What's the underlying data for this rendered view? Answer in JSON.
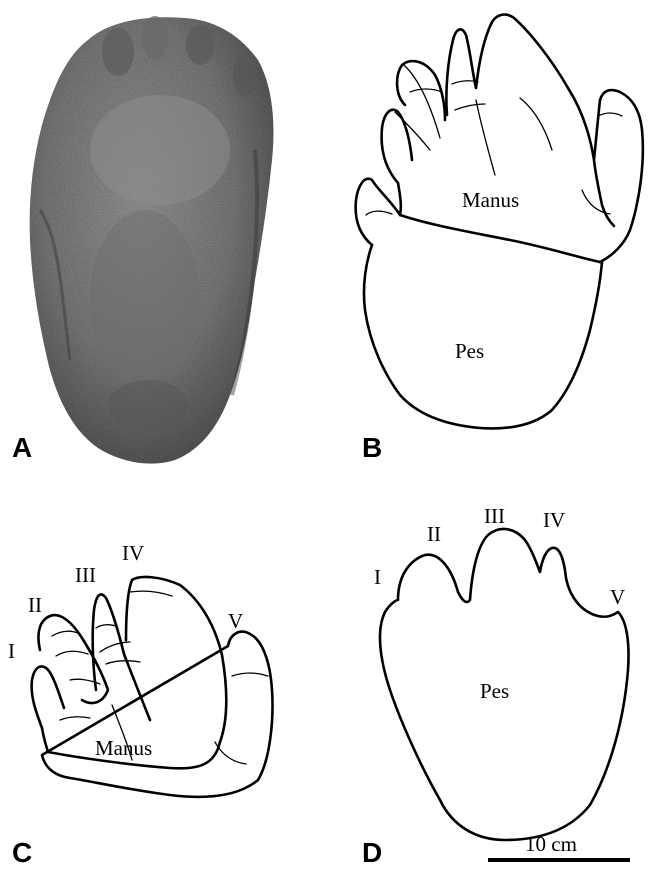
{
  "panels": {
    "a": {
      "letter": "A"
    },
    "b": {
      "letter": "B",
      "manus_label": "Manus",
      "pes_label": "Pes"
    },
    "c": {
      "letter": "C",
      "manus_label": "Manus",
      "digits": [
        "I",
        "II",
        "III",
        "IV",
        "V"
      ]
    },
    "d": {
      "letter": "D",
      "pes_label": "Pes",
      "digits": [
        "I",
        "II",
        "III",
        "IV",
        "V"
      ]
    }
  },
  "scale_bar": {
    "label": "10 cm"
  }
}
